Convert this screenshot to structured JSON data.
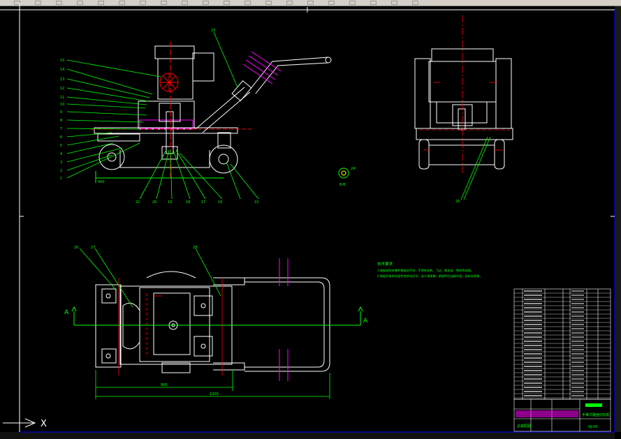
{
  "app": {
    "toolbar_buttons": 20
  },
  "drawing": {
    "section_mark": "A",
    "ucs_x_label": "X",
    "tech_notes": {
      "heading": "技术要求",
      "line1": "1.装配前所有零件需清洗干净，不得有毛刺、飞边、氧化皮、锈蚀等杂物。",
      "line2": "2.装配后各转动部件应转动灵活，无卡滞现象；紧固件应连接牢固，无松动现象。"
    },
    "part_balloons_side": [
      "15",
      "14",
      "13",
      "12",
      "11",
      "10",
      "9",
      "8",
      "7",
      "6",
      "5",
      "4",
      "3",
      "2",
      "1"
    ],
    "part_balloons_bottom": [
      "21",
      "20",
      "19",
      "18",
      "17",
      "16",
      "22"
    ],
    "handle_balloon": "23",
    "small_part_label": "B-B",
    "small_part_balloon": "24",
    "rear_balloon": "25",
    "plan_balloons": [
      "26",
      "27",
      "28"
    ],
    "dim_plan_1": "800",
    "dim_plan_2": "1200",
    "dim_side": "400",
    "title_block": {
      "drawing_name": "手推式路面切割机",
      "drawing_no": "QJ-00",
      "company": "总装配图"
    },
    "colors": {
      "frame": "#0000ff",
      "outline": "#ffffff",
      "leader": "#00ff00",
      "center": "#ff0000",
      "hatch": "#ff00ff",
      "accent": "#ffff00",
      "dim": "#00ffff"
    }
  }
}
